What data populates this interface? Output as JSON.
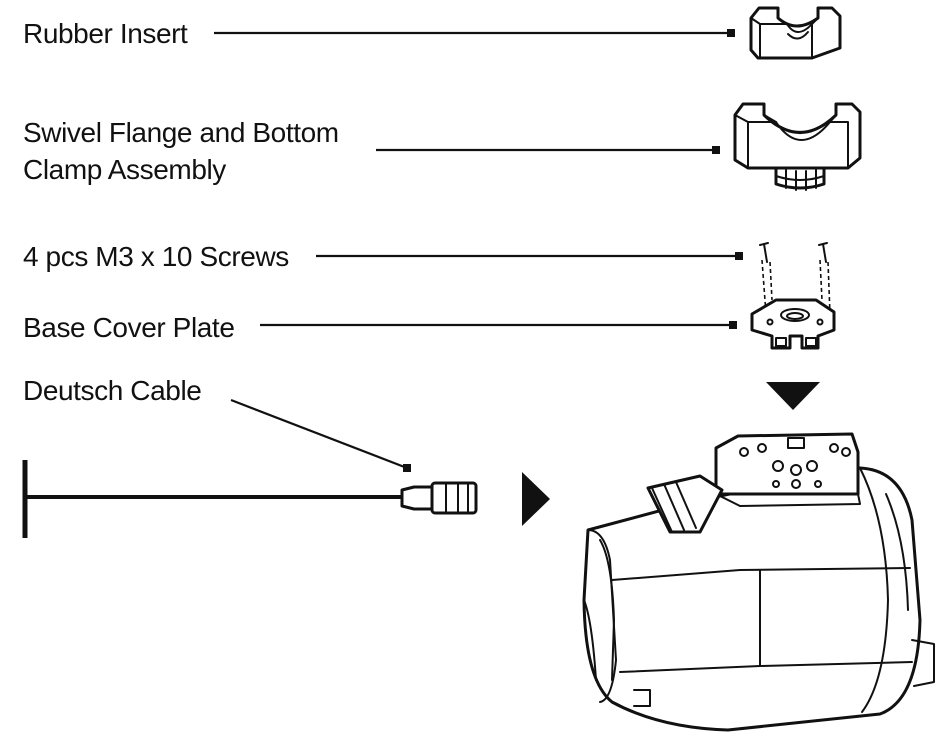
{
  "labels": {
    "rubber_insert": "Rubber Insert",
    "swivel_line1": "Swivel Flange and Bottom",
    "swivel_line2": "Clamp Assembly",
    "screws": "4 pcs M3 x 10 Screws",
    "base_plate": "Base Cover Plate",
    "deutsch_cable": "Deutsch Cable"
  }
}
